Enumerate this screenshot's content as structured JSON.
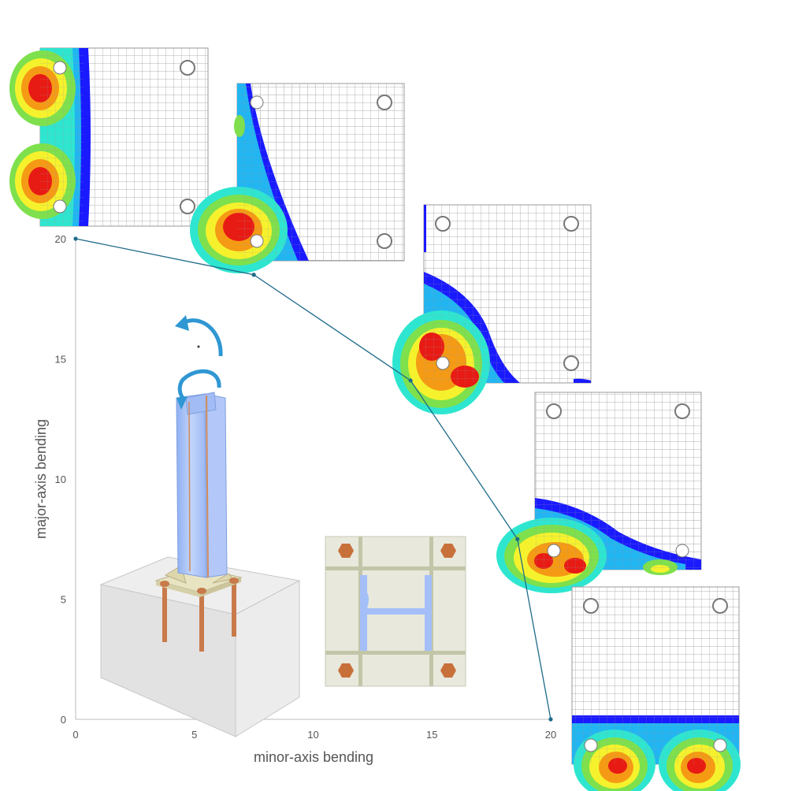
{
  "chart_data": {
    "type": "line",
    "xlabel": "minor-axis bending",
    "ylabel": "major-axis bending",
    "xlim": [
      0,
      20
    ],
    "ylim": [
      0,
      20
    ],
    "xticks": [
      0,
      5,
      10,
      15,
      20
    ],
    "yticks": [
      0,
      5,
      10,
      15,
      20
    ],
    "grid": false,
    "series": [
      {
        "x": [
          0,
          7.5,
          14.1,
          18.6,
          20
        ],
        "y": [
          20,
          18.5,
          14.1,
          7.5,
          0
        ]
      }
    ],
    "colors": {
      "line": "#1f6b8a",
      "axis": "#b8b8b8",
      "text": "#555555"
    }
  },
  "insets": {
    "plates": [
      {
        "name": "plate-1",
        "stress_zone": "left"
      },
      {
        "name": "plate-2",
        "stress_zone": "left-bottom"
      },
      {
        "name": "plate-3",
        "stress_zone": "corner"
      },
      {
        "name": "plate-4",
        "stress_zone": "bottom-curve"
      },
      {
        "name": "plate-5",
        "stress_zone": "bottom"
      }
    ],
    "colors": {
      "contour": [
        "#1a1aff",
        "#21b5f2",
        "#2ee6d0",
        "#7ee04c",
        "#f5f22d",
        "#f59a14",
        "#e81a14"
      ],
      "column": "#a9c1f7",
      "concrete": "#e4e4e4",
      "anchor": "#c87a4a",
      "baseplate": "#e8e4c2"
    }
  }
}
